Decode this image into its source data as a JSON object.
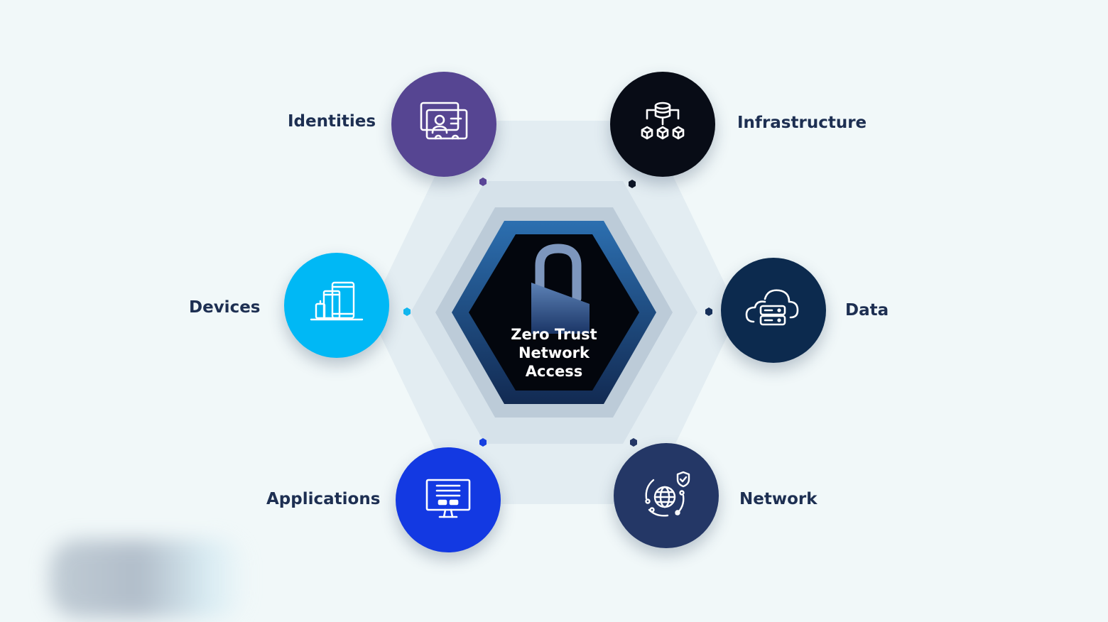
{
  "center": {
    "lines": [
      "Zero Trust",
      "Network",
      "Access"
    ],
    "icon": "padlock-icon"
  },
  "nodes": [
    {
      "key": "identities",
      "label": "Identities",
      "color": "#564592",
      "icon": "id-card-icon"
    },
    {
      "key": "infrastructure",
      "label": "Infrastructure",
      "color": "#080c16",
      "icon": "database-network-icon"
    },
    {
      "key": "devices",
      "label": "Devices",
      "color": "#00b8f5",
      "icon": "devices-icon"
    },
    {
      "key": "data",
      "label": "Data",
      "color": "#0c2a4e",
      "icon": "cloud-server-icon"
    },
    {
      "key": "applications",
      "label": "Applications",
      "color": "#1339e2",
      "icon": "monitor-app-icon"
    },
    {
      "key": "network",
      "label": "Network",
      "color": "#243766",
      "icon": "secure-globe-icon"
    }
  ],
  "colors": {
    "background": "#f1f8f9",
    "label_text": "#1d2f52",
    "hex_outer": "#e2ecf1",
    "hex_mid": "#cdd9e2",
    "hex_ring": "#1f5e9c",
    "hex_core": "#03060d"
  }
}
